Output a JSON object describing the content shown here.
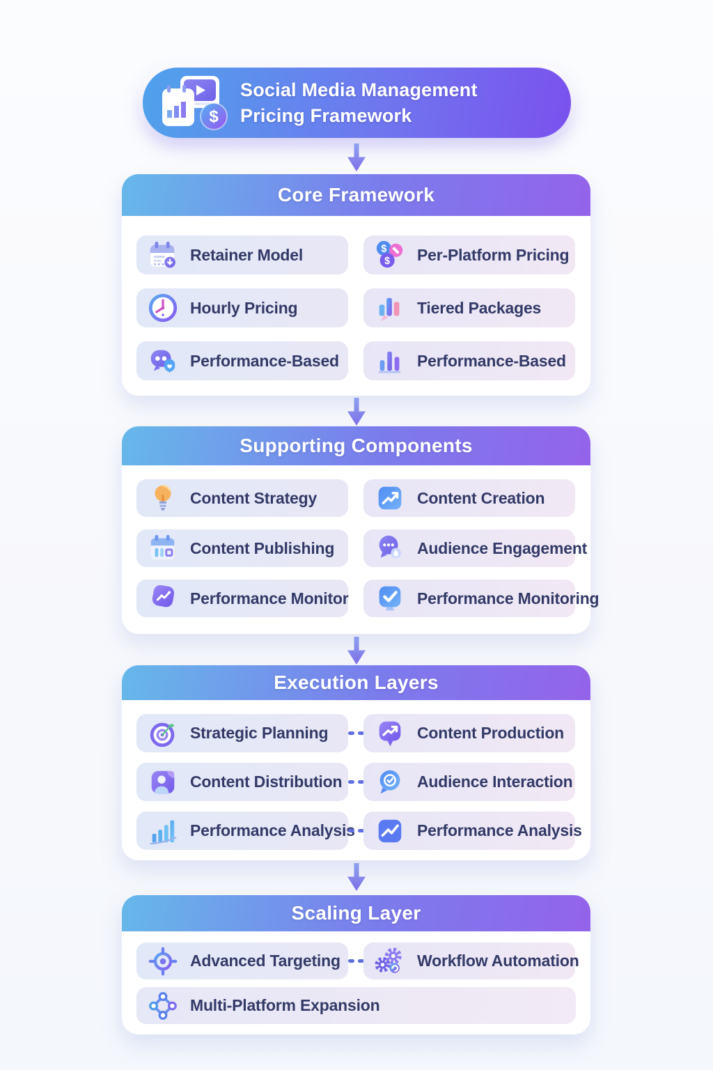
{
  "title": {
    "line1": "Social Media Management",
    "line2": "Pricing Framework"
  },
  "sections": [
    {
      "id": "core-framework",
      "header": "Core Framework",
      "items": [
        {
          "label": "Retainer Model",
          "icon": "calendar-download-icon"
        },
        {
          "label": "Per-Platform Pricing",
          "icon": "dollar-coins-icon"
        },
        {
          "label": "Hourly Pricing",
          "icon": "clock-icon"
        },
        {
          "label": "Tiered Packages",
          "icon": "tiered-bars-icon"
        },
        {
          "label": "Performance-Based",
          "icon": "chat-heart-icon"
        },
        {
          "label": "Performance-Based",
          "icon": "bar-chart-icon"
        }
      ]
    },
    {
      "id": "supporting-components",
      "header": "Supporting Components",
      "items": [
        {
          "label": "Content Strategy",
          "icon": "lightbulb-icon"
        },
        {
          "label": "Content Creation",
          "icon": "trending-up-icon"
        },
        {
          "label": "Content Publishing",
          "icon": "calendar-grid-icon"
        },
        {
          "label": "Audience Engagement",
          "icon": "chat-dots-icon"
        },
        {
          "label": "Performance Monitor",
          "icon": "link-chart-icon"
        },
        {
          "label": "Performance Monitoring",
          "icon": "check-square-icon"
        }
      ]
    },
    {
      "id": "execution-layers",
      "header": "Execution Layers",
      "dashed_connectors": true,
      "items": [
        {
          "label": "Strategic Planning",
          "icon": "target-icon"
        },
        {
          "label": "Content Production",
          "icon": "chat-trending-icon"
        },
        {
          "label": "Content Distribution",
          "icon": "person-icon"
        },
        {
          "label": "Audience Interaction",
          "icon": "chat-check-icon"
        },
        {
          "label": "Performance Analysis",
          "icon": "ascending-bars-icon"
        },
        {
          "label": "Performance Analysis",
          "icon": "line-chart-icon"
        }
      ]
    },
    {
      "id": "scaling-layer",
      "header": "Scaling Layer",
      "dashed_connectors": true,
      "items": [
        {
          "label": "Advanced Targeting",
          "icon": "crosshair-icon"
        },
        {
          "label": "Workflow Automation",
          "icon": "gears-icon"
        },
        {
          "label": "Multi-Platform Expansion",
          "icon": "network-nodes-icon"
        }
      ]
    }
  ],
  "colors": {
    "header_gradient_start": "#66b8ea",
    "header_gradient_end": "#9463ea",
    "title_gradient_start": "#4fa2ec",
    "title_gradient_end": "#7b51ee",
    "item_background_left": "#e4e8f8",
    "item_background_right": "#efe9f5",
    "item_text": "#333a68",
    "arrow": "#8486ec",
    "connector_dash": "#5f6ee0"
  }
}
